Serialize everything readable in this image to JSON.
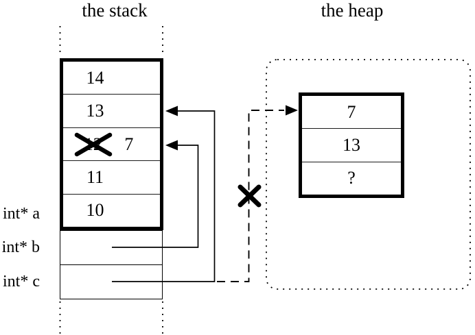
{
  "titles": {
    "stack": "the stack",
    "heap": "the heap"
  },
  "stack_panel": {
    "cells": [
      {
        "value": "14"
      },
      {
        "value": "13"
      },
      {
        "value": "12",
        "crossed_out": true,
        "new_value": "7"
      },
      {
        "value": "11"
      },
      {
        "value": "10"
      }
    ],
    "pointer_labels": [
      {
        "label": "int* a"
      },
      {
        "label": "int* b"
      },
      {
        "label": "int* c"
      }
    ]
  },
  "heap_panel": {
    "cells": [
      {
        "value": "7"
      },
      {
        "value": "13"
      },
      {
        "value": "?"
      }
    ]
  },
  "colors": {
    "ink": "#000000",
    "background": "#ffffff"
  }
}
